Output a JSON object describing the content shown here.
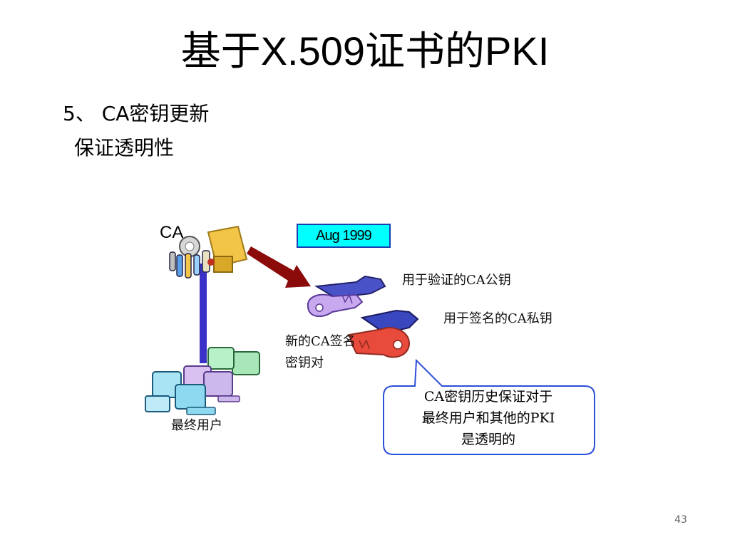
{
  "slide": {
    "title": "基于X.509证书的PKI",
    "bullets": [
      "5、 CA密钥更新",
      "保证透明性"
    ],
    "page_number": "43"
  },
  "figure": {
    "ca_label": "CA",
    "date_badge": "Aug 1999",
    "verify_public_key_label": "用于验证的CA公钥",
    "signing_private_key_label": "用于签名的CA私钥",
    "new_key_pair_label_line1": "新的CA签名",
    "new_key_pair_label_line2": "密钥对",
    "end_users_label": "最终用户",
    "callout_lines": [
      "CA密钥历史保证对于",
      "最终用户和其他的PKI",
      "是透明的"
    ],
    "colors": {
      "badge_fill": "#00ffff",
      "arrow": "#8b0a0a",
      "link_line": "#3a32c8",
      "public_key": "#4a52c8",
      "public_key_light": "#c8a8ef",
      "private_key": "#e84a3c",
      "callout_border": "#2b4fd6"
    },
    "icons": [
      "keyring-icon",
      "public-key-icon",
      "private-key-icon",
      "computer-group-icon",
      "arrow-icon",
      "callout-bubble-icon"
    ]
  }
}
